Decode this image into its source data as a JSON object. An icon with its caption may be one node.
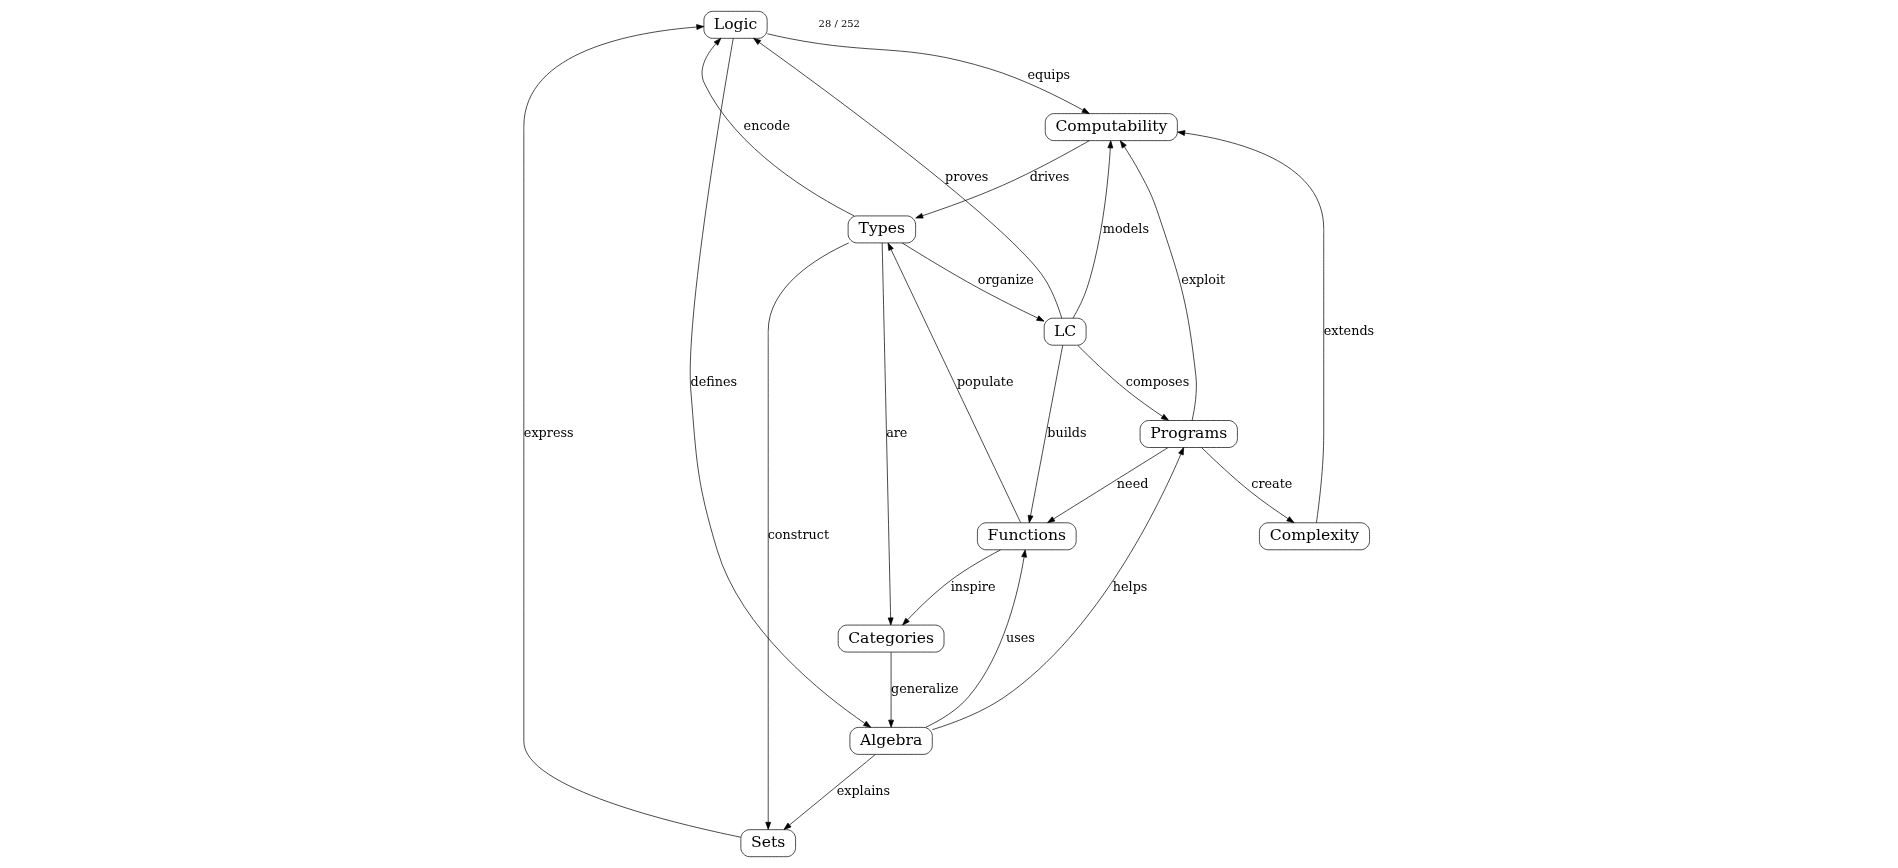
{
  "diagram": {
    "nodes": [
      {
        "text": [
          "Logic"
        ]
      },
      {
        "text": [
          "Sets"
        ]
      },
      {
        "text": [
          "Types"
        ]
      },
      {
        "text": [
          "Categories"
        ]
      },
      {
        "text": [
          "Computability"
        ]
      },
      {
        "text": [
          "LC"
        ]
      },
      {
        "text": [
          "Functions"
        ]
      },
      {
        "text": [
          "Complexity"
        ]
      },
      {
        "text": [
          "Programs"
        ]
      },
      {
        "text": [
          "Algebra"
        ]
      }
    ],
    "edges": [
      {
        "from": 2,
        "to": 0,
        "arrow": "to",
        "label": "encode"
      },
      {
        "from": 1,
        "to": 0,
        "arrow": "to",
        "label": "express"
      },
      {
        "from": 2,
        "to": 1,
        "arrow": "to",
        "label": "construct"
      },
      {
        "from": 2,
        "to": 3,
        "arrow": "to",
        "label": "are"
      },
      {
        "from": 0,
        "to": 4,
        "arrow": "to",
        "label": "equips"
      },
      {
        "from": 5,
        "to": 0,
        "arrow": "to",
        "label": "proves"
      },
      {
        "from": 4,
        "to": 2,
        "arrow": "to",
        "label": "drives"
      },
      {
        "from": 9,
        "to": 1,
        "arrow": "to",
        "label": "explains"
      },
      {
        "from": 2,
        "to": 5,
        "arrow": "to",
        "label": "organize"
      },
      {
        "from": 6,
        "to": 2,
        "arrow": "to",
        "label": "populate"
      },
      {
        "from": 6,
        "to": 3,
        "arrow": "to",
        "label": "inspire"
      },
      {
        "from": 3,
        "to": 9,
        "arrow": "to",
        "label": "generalize"
      },
      {
        "from": 0,
        "to": 9,
        "arrow": "to",
        "label": "defines"
      },
      {
        "from": 5,
        "to": 4,
        "arrow": "to",
        "label": "models"
      },
      {
        "from": 5,
        "to": 6,
        "arrow": "to",
        "label": "builds"
      },
      {
        "from": 5,
        "to": 8,
        "arrow": "to",
        "label": "composes"
      },
      {
        "from": 8,
        "to": 4,
        "arrow": "to",
        "label": "exploit"
      },
      {
        "from": 8,
        "to": 6,
        "arrow": "to",
        "label": "need"
      },
      {
        "from": 9,
        "to": 6,
        "arrow": "to",
        "label": "uses"
      },
      {
        "from": 7,
        "to": 4,
        "arrow": "to",
        "label": "extends"
      },
      {
        "from": 8,
        "to": 7,
        "arrow": "to",
        "label": "create"
      },
      {
        "from": 9,
        "to": 8,
        "arrow": "to",
        "label": "helps"
      }
    ],
    "labels": [
      "28 / 252"
    ]
  }
}
